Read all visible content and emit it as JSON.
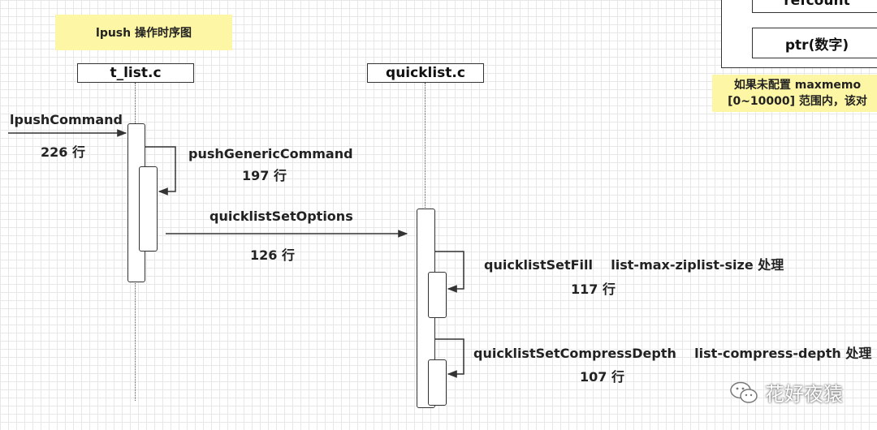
{
  "title_note": "lpush 操作时序图",
  "participants": {
    "t_list": "t_list.c",
    "quicklist": "quicklist.c"
  },
  "messages": {
    "lpush_command": {
      "name": "lpushCommand",
      "line": "226 行"
    },
    "push_generic": {
      "name": "pushGenericCommand",
      "line": "197 行"
    },
    "set_options": {
      "name": "quicklistSetOptions",
      "line": "126 行"
    },
    "set_fill": {
      "name": "quicklistSetFill    list-max-ziplist-size 处理",
      "line": "117 行"
    },
    "set_compress": {
      "name": "quicklistSetCompressDepth    list-compress-depth 处理",
      "line": "107 行"
    }
  },
  "robj_panel": {
    "refcount": "refcount",
    "ptr": "ptr(数字)"
  },
  "side_note": {
    "line1": "如果未配置  maxmemo",
    "line2": "[0~10000] 范围内，该对"
  },
  "watermark": "花好夜猿",
  "icon": "wechat-icon"
}
